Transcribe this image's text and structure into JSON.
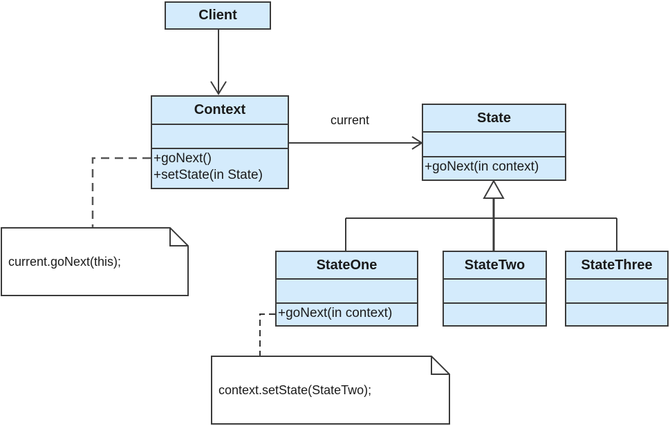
{
  "classes": {
    "client": {
      "name": "Client"
    },
    "context": {
      "name": "Context",
      "operations": [
        "+goNext()",
        "+setState(in State)"
      ]
    },
    "state": {
      "name": "State",
      "operations": [
        "+goNext(in context)"
      ]
    },
    "state_one": {
      "name": "StateOne",
      "operations": [
        "+goNext(in context)"
      ]
    },
    "state_two": {
      "name": "StateTwo"
    },
    "state_three": {
      "name": "StateThree"
    }
  },
  "association_label": "current",
  "notes": {
    "context_note": "current.goNext(this);",
    "state_one_note": "context.setState(StateTwo);"
  },
  "colors": {
    "class_fill": "#d4ebfc",
    "border": "#3a3a3a",
    "note_fill": "#ffffff"
  }
}
